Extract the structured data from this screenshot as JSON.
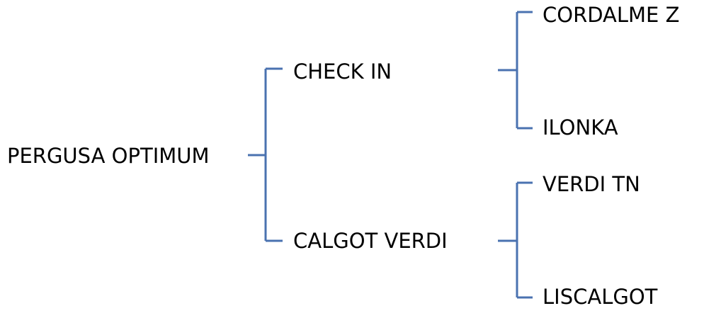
{
  "tree": {
    "line_color": "#4A72B0",
    "root": {
      "label": "PERGUSA OPTIMUM",
      "children": [
        {
          "label": "CHECK IN",
          "children": [
            {
              "label": "CORDALME Z"
            },
            {
              "label": "ILONKA"
            }
          ]
        },
        {
          "label": "CALGOT VERDI",
          "children": [
            {
              "label": "VERDI TN"
            },
            {
              "label": "LISCALGOT"
            }
          ]
        }
      ]
    }
  }
}
